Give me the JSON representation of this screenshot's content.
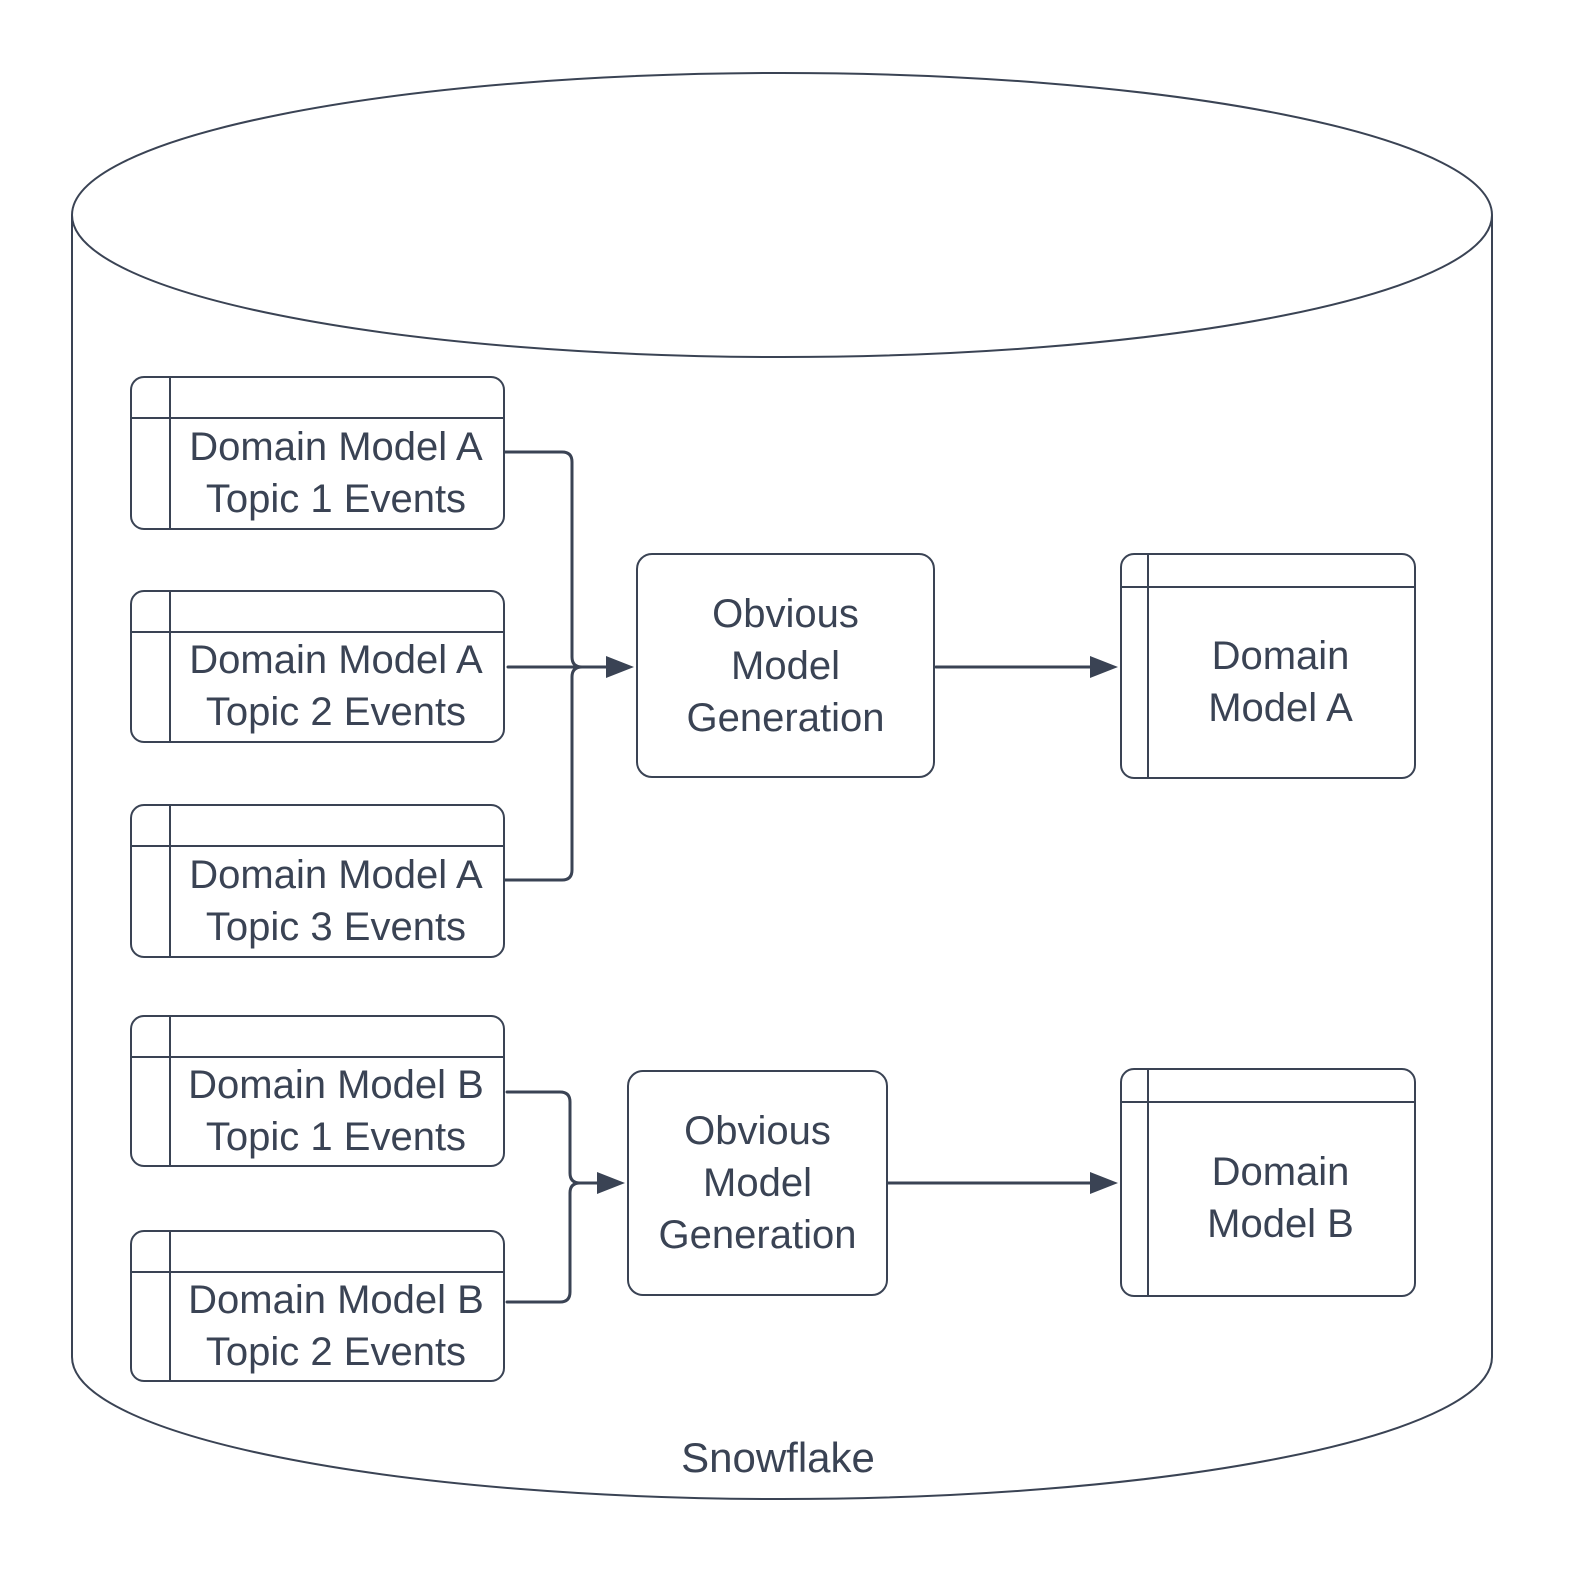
{
  "diagram": {
    "colors": {
      "stroke": "#3a4354",
      "text": "#3a4354",
      "background": "#ffffff",
      "shape_fill": "#ffffff"
    },
    "cylinder": {
      "label": "Snowflake"
    },
    "group_a": {
      "source_tables": [
        {
          "label": "Domain Model A\nTopic 1 Events"
        },
        {
          "label": "Domain Model A\nTopic 2 Events"
        },
        {
          "label": "Domain Model A\nTopic 3 Events"
        }
      ],
      "process": {
        "label": "Obvious\nModel\nGeneration"
      },
      "output_table": {
        "label": "Domain\nModel A"
      }
    },
    "group_b": {
      "source_tables": [
        {
          "label": "Domain Model B\nTopic 1 Events"
        },
        {
          "label": "Domain Model B\nTopic 2 Events"
        }
      ],
      "process": {
        "label": "Obvious\nModel\nGeneration"
      },
      "output_table": {
        "label": "Domain\nModel B"
      }
    }
  }
}
